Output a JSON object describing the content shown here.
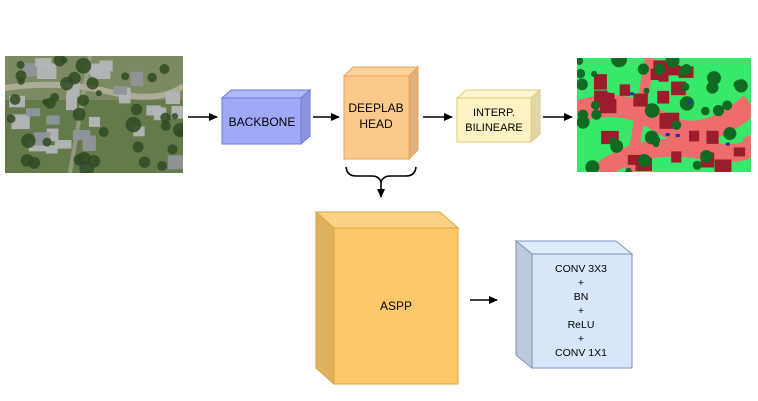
{
  "diagram": {
    "nodes": {
      "input_image": {
        "kind": "photo",
        "caption": ""
      },
      "backbone": {
        "label": "BACKBONE",
        "face_color": "#9fa9f7",
        "stroke": "#6c7ad6"
      },
      "deeplab_head": {
        "line1": "DEEPLAB",
        "line2": "HEAD",
        "face_color": "#fbc98a",
        "stroke": "#e7a35a"
      },
      "interp": {
        "line1": "INTERP.",
        "line2": "BILINEARE",
        "face_color": "#fdf3c4",
        "stroke": "#e1c979"
      },
      "output_mask": {
        "kind": "segmentation-mask",
        "caption": ""
      },
      "aspp": {
        "label": "ASPP",
        "face_color": "#fdc86a",
        "stroke": "#dda43c"
      },
      "conv_block": {
        "lines": [
          "CONV 3X3",
          "+",
          "BN",
          "+",
          "ReLU",
          "+",
          "CONV 1X1"
        ],
        "face_color": "#d7e6f9",
        "stroke": "#7c93b9"
      }
    },
    "edges": [
      {
        "from": "input_image",
        "to": "backbone"
      },
      {
        "from": "backbone",
        "to": "deeplab_head"
      },
      {
        "from": "deeplab_head",
        "to": "interp"
      },
      {
        "from": "interp",
        "to": "output_mask"
      },
      {
        "from": "deeplab_head",
        "to": "aspp",
        "style": "brace"
      },
      {
        "from": "aspp",
        "to": "conv_block"
      }
    ],
    "colors": {
      "mask_background": "#37e86a",
      "mask_road": "#ef6c6c",
      "mask_building": "#9b1d2c",
      "mask_tree": "#0f6b22",
      "mask_vehicle": "#2233a3",
      "photo_water": "#5e7444",
      "photo_roof": "#8f959b",
      "photo_tree": "#2f4a22"
    }
  }
}
